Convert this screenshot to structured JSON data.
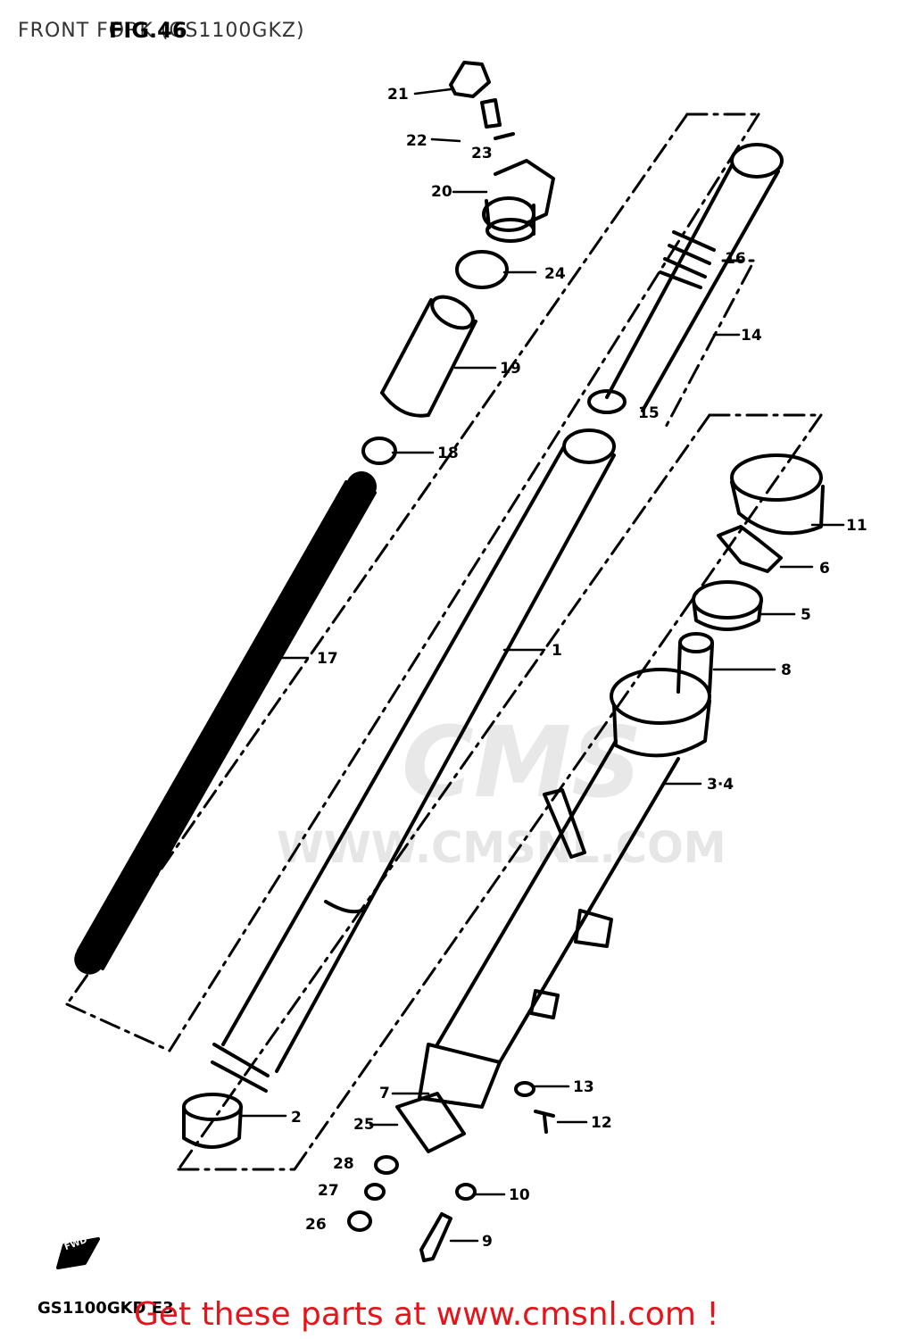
{
  "header": {
    "title": "FRONT FORK (GS1100GKZ)",
    "figure": "FIG.46"
  },
  "watermark": {
    "brand": "CMS",
    "url": "WWW.CMSNL.COM"
  },
  "labels": {
    "l1": "1",
    "l2": "2",
    "l34": "3·4",
    "l5": "5",
    "l6": "6",
    "l7": "7",
    "l8": "8",
    "l9": "9",
    "l10": "10",
    "l11": "11",
    "l12": "12",
    "l13": "13",
    "l14": "14",
    "l15": "15",
    "l16": "16",
    "l17": "17",
    "l18": "18",
    "l19": "19",
    "l20": "20",
    "l21": "21",
    "l22": "22",
    "l23": "23",
    "l24": "24",
    "l25": "25",
    "l26": "26",
    "l27": "27",
    "l28": "28"
  },
  "corner_mark": "FWD",
  "model_code": "GS1100GKD E3",
  "footer": {
    "text": "Get these parts at www.cmsnl.com !",
    "color": "#e5141a"
  }
}
